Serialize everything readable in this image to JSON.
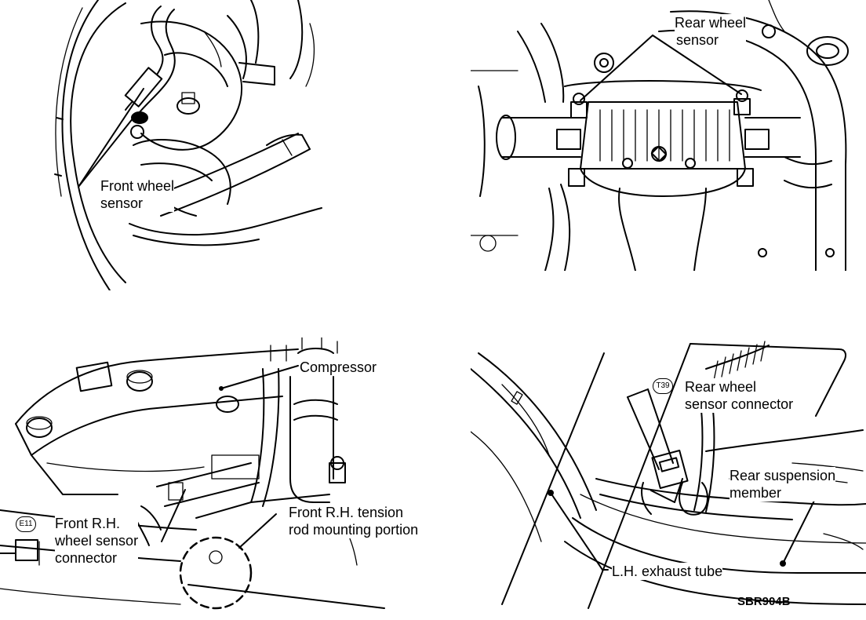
{
  "panels": {
    "front_wheel": {
      "label_line1": "Front wheel",
      "label_line2": "sensor"
    },
    "rear_wheel": {
      "label_line1": "Rear wheel",
      "label_line2": "sensor"
    },
    "front_connector": {
      "compressor": "Compressor",
      "connector_code": "E11",
      "connector_line1": "Front R.H.",
      "connector_line2": "wheel sensor",
      "connector_line3": "connector",
      "tension_line1": "Front R.H. tension",
      "tension_line2": "rod mounting portion"
    },
    "rear_connector": {
      "connector_code": "T39",
      "connector_line1": "Rear wheel",
      "connector_line2": "sensor connector",
      "suspension_line1": "Rear suspension",
      "suspension_line2": "member",
      "exhaust": "L.H. exhaust tube"
    }
  },
  "figure_id": "SBR904B"
}
